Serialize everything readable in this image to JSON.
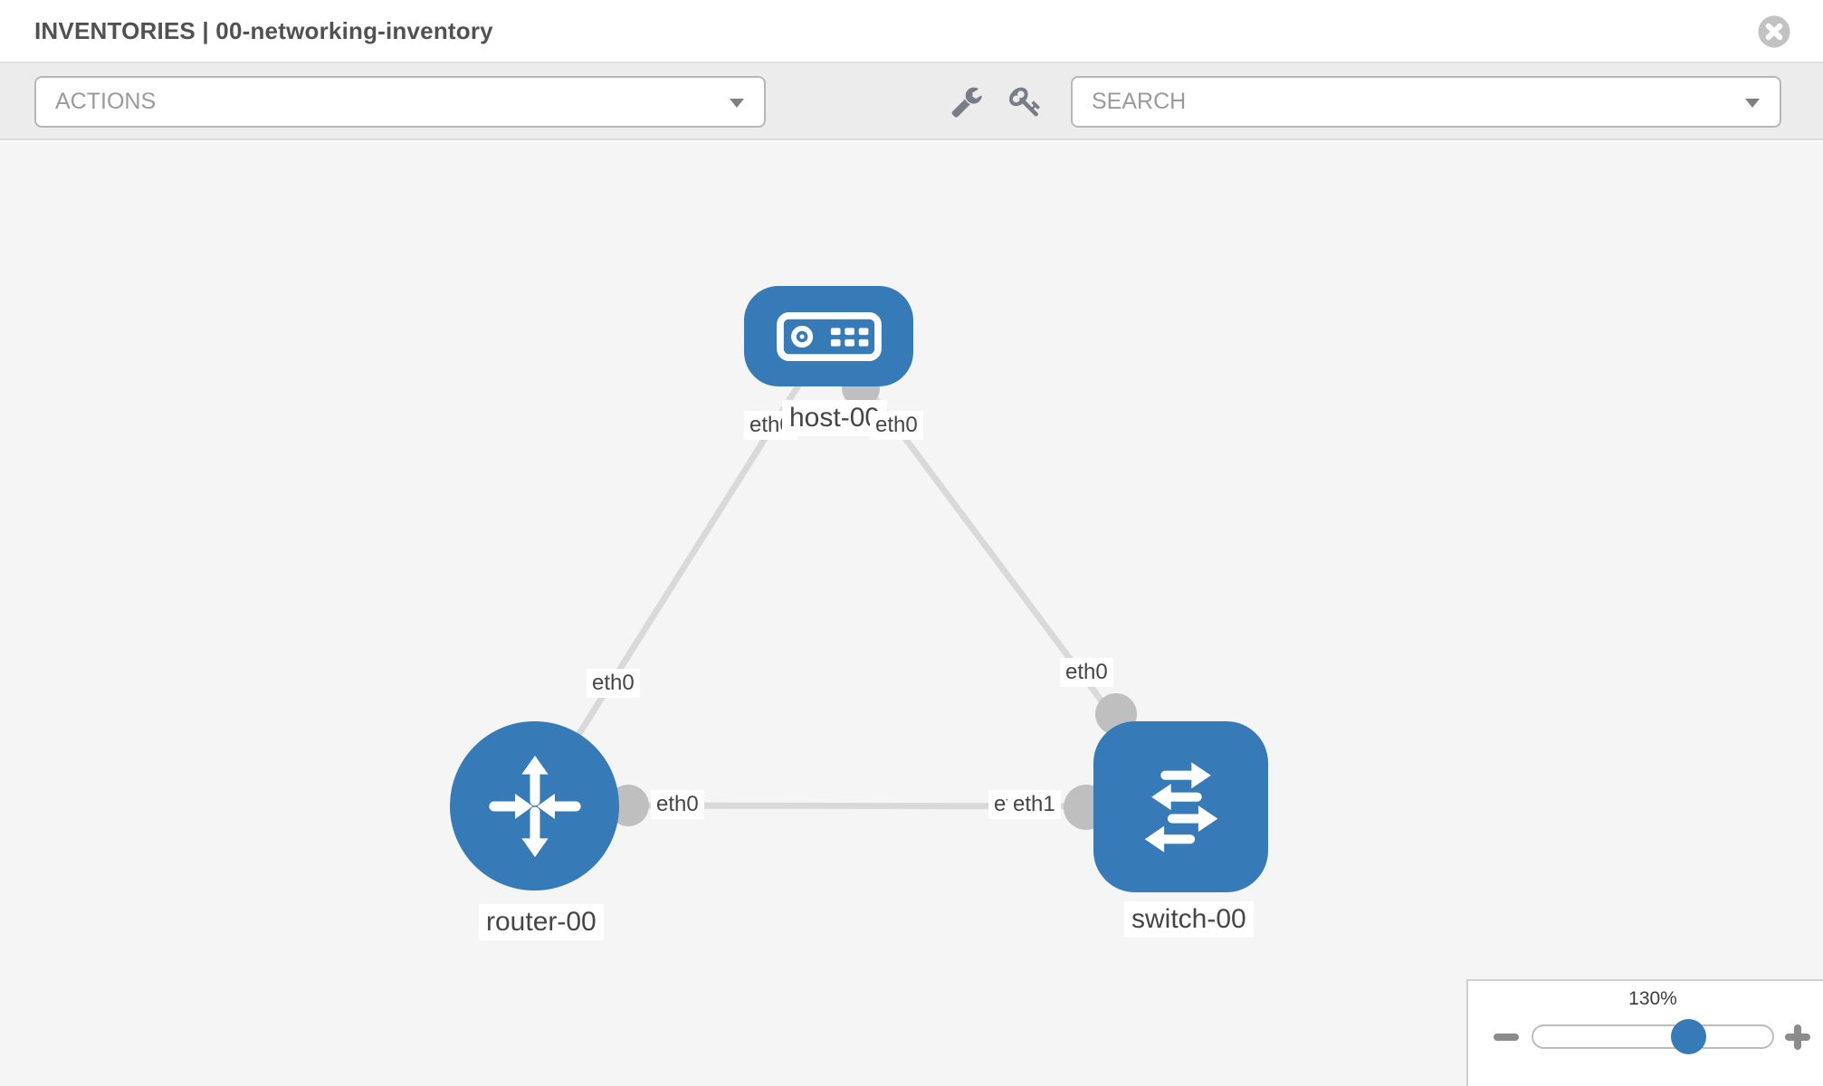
{
  "window": {
    "title": "INVENTORIES | 00-networking-inventory"
  },
  "toolbar": {
    "actions_label": "ACTIONS",
    "search_label": "SEARCH"
  },
  "graph": {
    "nodes": [
      {
        "label": "host-00",
        "type": "host"
      },
      {
        "label": "router-00",
        "type": "router"
      },
      {
        "label": "switch-00",
        "type": "switch"
      }
    ],
    "links": [
      {
        "from": "host-00",
        "to": "router-00"
      },
      {
        "from": "host-00",
        "to": "switch-00"
      },
      {
        "from": "router-00",
        "to": "switch-00"
      }
    ],
    "interface_labels": {
      "host_to_router": "eth0",
      "host_to_switch": "eth0",
      "router_to_host": "eth0",
      "switch_to_host": "eth0",
      "router_to_switch": "eth0",
      "switch_to_router_under": "eth0",
      "switch_to_router_over": "eth1"
    }
  },
  "zoom_control": {
    "level_label": "130%",
    "percent": 130
  },
  "colors": {
    "node_blue": "#377ab8",
    "link_gray": "#d9d9d9",
    "connector_gray": "#bfbfbf",
    "toolbar_gray": "#ececec",
    "canvas_gray": "#f5f5f5"
  }
}
